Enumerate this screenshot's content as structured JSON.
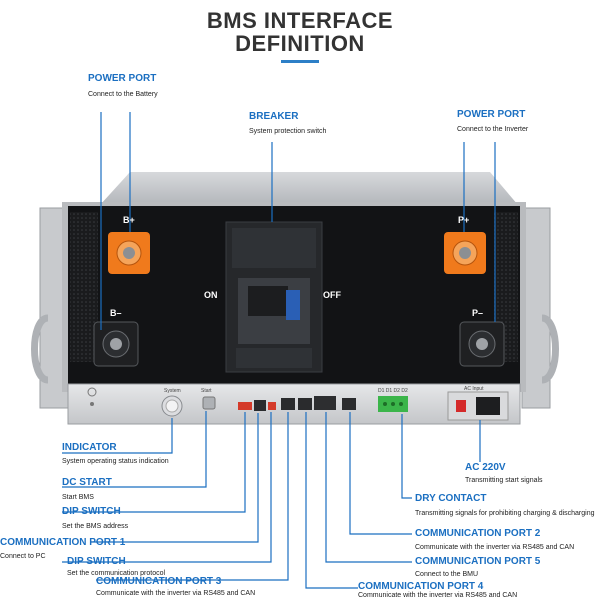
{
  "title": {
    "line1": "BMS INTERFACE",
    "line2": "DEFINITION"
  },
  "colors": {
    "accent": "#1b6fc1",
    "terminal_positive": "#f07a1c",
    "chassis": "#c9cbce",
    "panel": "#111214",
    "green_connector": "#3bb54a",
    "red_switch": "#d42a2a"
  },
  "callouts": {
    "power_port_battery": {
      "title": "POWER PORT",
      "desc": "Connect to the Battery"
    },
    "breaker": {
      "title": "BREAKER",
      "desc": "System protection switch"
    },
    "power_port_inverter": {
      "title": "POWER PORT",
      "desc": "Connect to the Inverter"
    },
    "indicator": {
      "title": "INDICATOR",
      "desc": "System operating status indication"
    },
    "dc_start": {
      "title": "DC START",
      "desc": "Start BMS"
    },
    "dip_switch_1": {
      "title": "DIP SWITCH",
      "desc": "Set the BMS address"
    },
    "comm_port_1": {
      "title": "COMMUNICATION PORT 1",
      "desc": "Connect to PC"
    },
    "dip_switch_2": {
      "title": "DIP SWITCH",
      "desc": "Set the communication protocol"
    },
    "comm_port_3": {
      "title": "COMMUNICATION PORT 3",
      "desc": "Communicate with the inverter via RS485 and CAN"
    },
    "comm_port_4": {
      "title": "COMMUNICATION PORT 4",
      "desc": "Communicate with the inverter via RS485 and CAN"
    },
    "comm_port_5": {
      "title": "COMMUNICATION PORT 5",
      "desc": "Connect to the BMU"
    },
    "comm_port_2": {
      "title": "COMMUNICATION PORT 2",
      "desc": "Communicate with the inverter via RS485 and CAN"
    },
    "dry_contact": {
      "title": "DRY CONTACT",
      "desc": "Transmitting signals for prohibiting charging & discharging"
    },
    "ac_220v": {
      "title": "AC 220V",
      "desc": "Transmitting start signals"
    }
  },
  "device": {
    "b_plus": "B+",
    "b_minus": "B–",
    "p_plus": "P+",
    "p_minus": "P–",
    "on": "ON",
    "off": "OFF",
    "system": "System",
    "start": "Start",
    "ac_input": "AC Input",
    "dry_labels": "D1 D1 D2 D2"
  }
}
